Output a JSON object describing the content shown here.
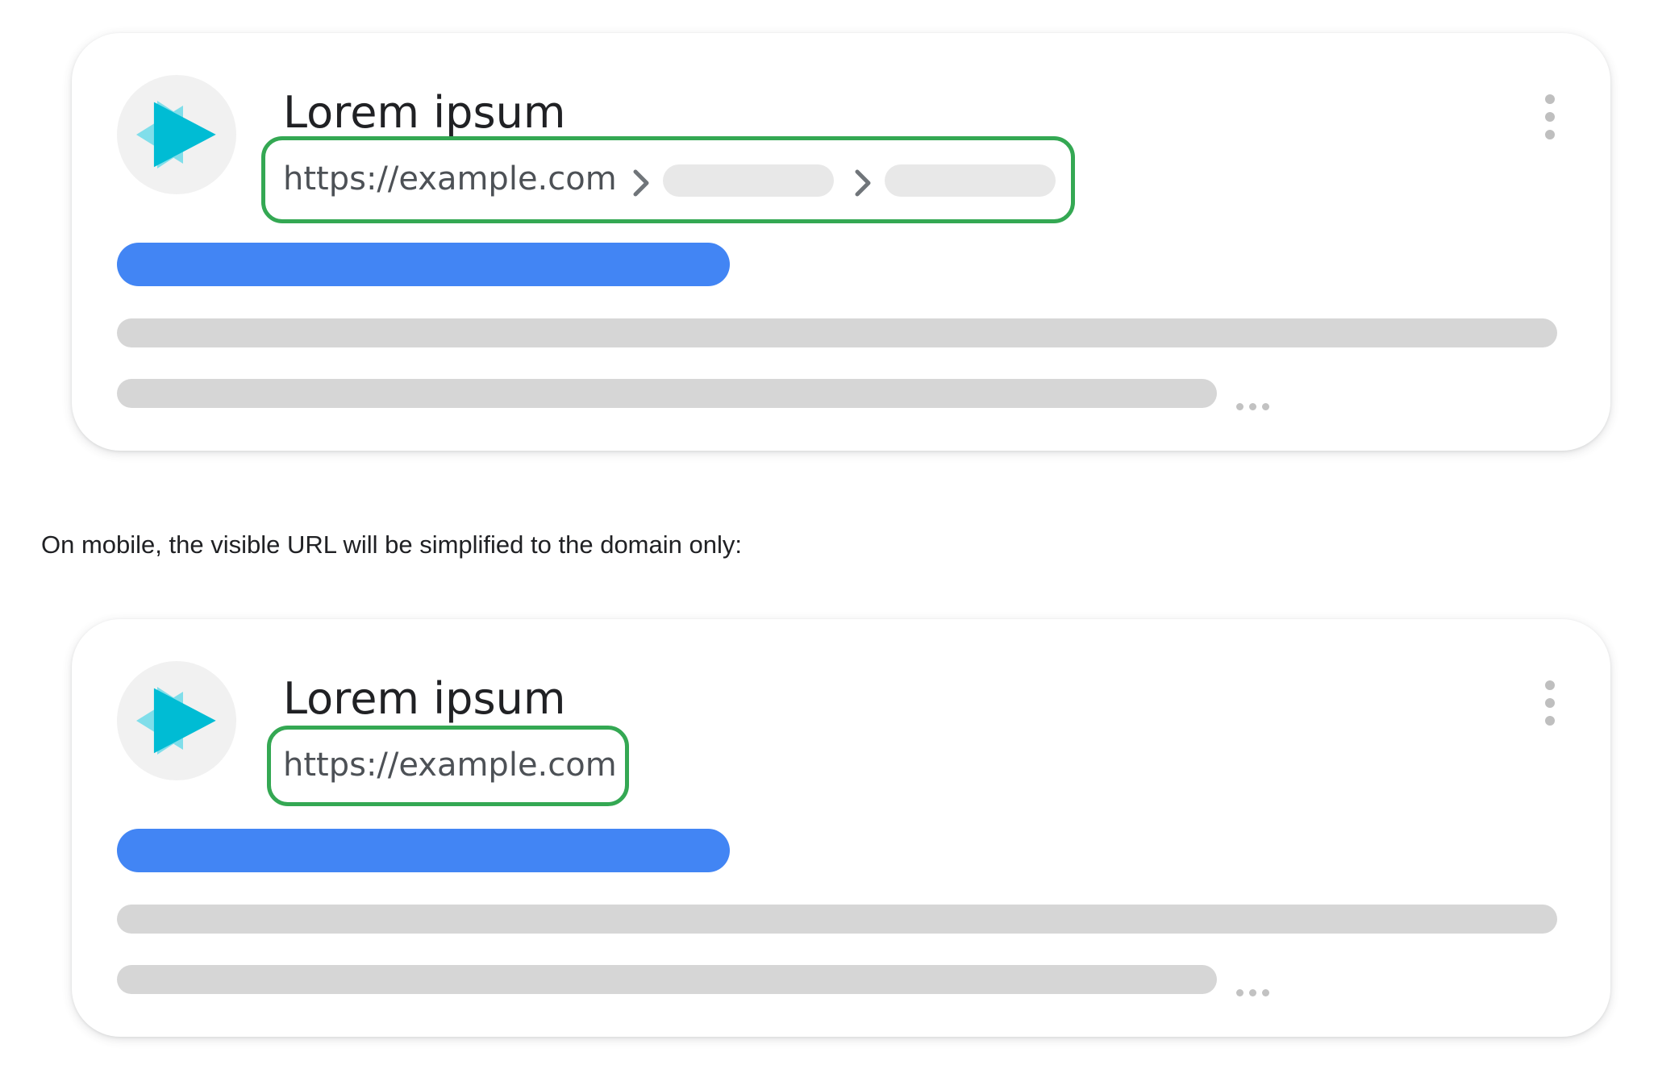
{
  "colors": {
    "frame_highlight": "#34a853",
    "link_bar": "#4285f4",
    "placeholder_line": "#d6d6d6",
    "logo_primary": "#00bcd4",
    "logo_secondary": "#80deea"
  },
  "desktop_result": {
    "title": "Lorem ipsum",
    "url": "https://example.com",
    "breadcrumb_icons": [
      "chevron-right-icon",
      "chevron-right-icon"
    ],
    "menu_icon": "more-vert-icon",
    "logo_icon": "play-logo-icon"
  },
  "caption": "On mobile, the visible URL will be simplified to the domain only:",
  "mobile_result": {
    "title": "Lorem ipsum",
    "url": "https://example.com",
    "menu_icon": "more-vert-icon",
    "logo_icon": "play-logo-icon"
  }
}
